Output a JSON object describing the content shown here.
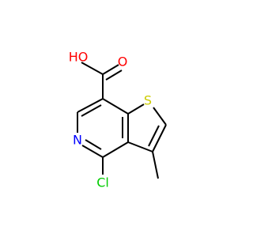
{
  "molecule": {
    "atoms": {
      "oxygen_hydroxyl": "HO",
      "oxygen_carbonyl": "O",
      "sulfur": "S",
      "nitrogen": "N",
      "chlorine": "Cl"
    },
    "colors": {
      "bond": "#000000",
      "oxygen": "#ff0000",
      "sulfur": "#cccc00",
      "nitrogen": "#0000ff",
      "chlorine": "#00cc00"
    }
  }
}
